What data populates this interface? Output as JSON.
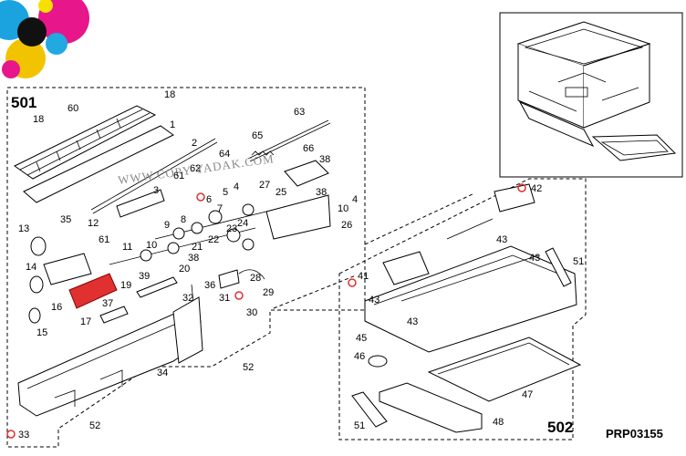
{
  "groups": [
    "501",
    "502"
  ],
  "code": "PRP03155",
  "watermark": "WWW.COPY-YADAK.COM",
  "highlight_color": "#e03030",
  "logo_icon": "colorful-circles-logo",
  "labels_501": [
    "18",
    "18",
    "60",
    "1",
    "2",
    "63",
    "65",
    "64",
    "66",
    "38",
    "3",
    "61",
    "62",
    "6",
    "5",
    "4",
    "27",
    "7",
    "25",
    "38",
    "4",
    "10",
    "26",
    "13",
    "12",
    "8",
    "9",
    "35",
    "11",
    "10",
    "39",
    "61",
    "14",
    "21",
    "22",
    "23",
    "24",
    "20",
    "38",
    "15",
    "16",
    "17",
    "37",
    "19",
    "32",
    "36",
    "28",
    "31",
    "29",
    "30",
    "34",
    "52",
    "33",
    "52"
  ],
  "labels_502": [
    "42",
    "43",
    "43",
    "51",
    "41",
    "43",
    "43",
    "45",
    "46",
    "47",
    "51",
    "48"
  ]
}
